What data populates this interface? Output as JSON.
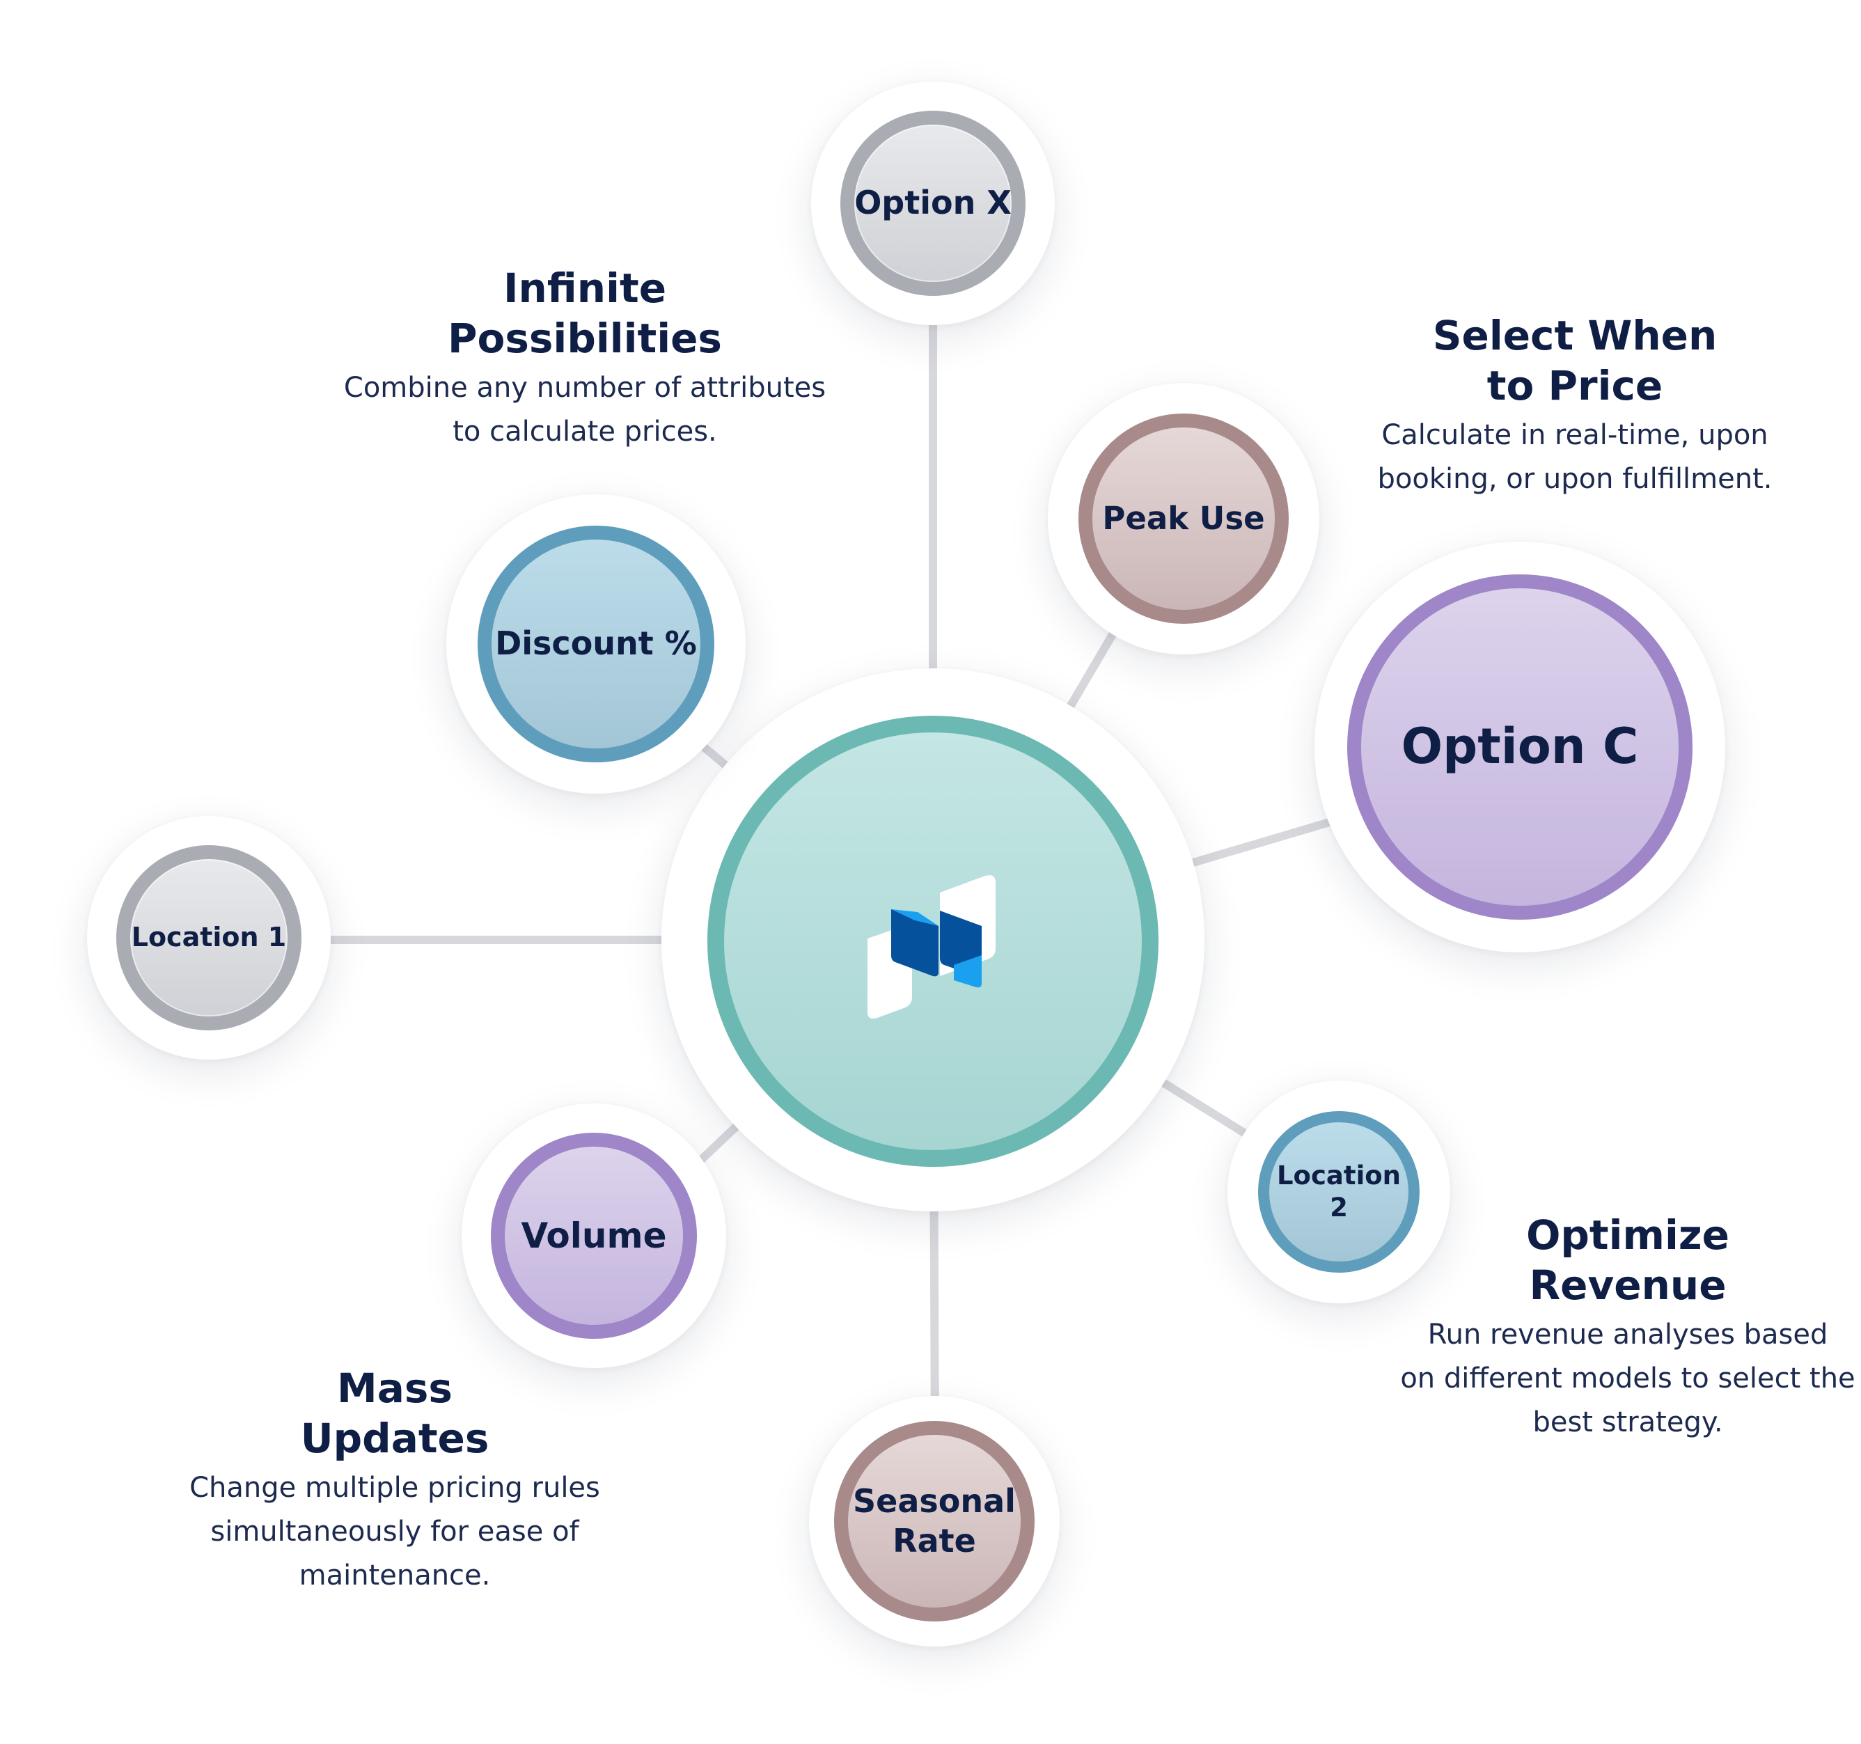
{
  "hub": {
    "logo_icon": "stacked-blocks-logo-icon",
    "colors": {
      "fill": "#b5dedb",
      "ring": "#6cb9b3",
      "logo_dark": "#06519c",
      "logo_light": "#1aa0ee",
      "logo_white": "#ffffff"
    }
  },
  "nodes": [
    {
      "label_lines": [
        "Option X"
      ],
      "color": "gray"
    },
    {
      "label_lines": [
        "Peak Use"
      ],
      "color": "rose"
    },
    {
      "label_lines": [
        "Option C"
      ],
      "color": "lilac"
    },
    {
      "label_lines": [
        "Location 2"
      ],
      "color": "blue"
    },
    {
      "label_lines": [
        "Seasonal",
        "Rate"
      ],
      "color": "rose"
    },
    {
      "label_lines": [
        "Volume"
      ],
      "color": "lilac"
    },
    {
      "label_lines": [
        "Location 1"
      ],
      "color": "gray"
    },
    {
      "label_lines": [
        "Discount %"
      ],
      "color": "blue"
    }
  ],
  "features": [
    {
      "title_lines": [
        "Infinite",
        "Possibilities"
      ],
      "desc_lines": [
        "Combine any number of attributes",
        "to calculate prices."
      ]
    },
    {
      "title_lines": [
        "Select When",
        "to Price"
      ],
      "desc_lines": [
        "Calculate in real-time, upon",
        "booking, or upon fulfillment."
      ]
    },
    {
      "title_lines": [
        "Optimize",
        "Revenue"
      ],
      "desc_lines": [
        "Run revenue analyses based",
        "on different models to select the",
        "best strategy."
      ]
    },
    {
      "title_lines": [
        "Mass",
        "Updates"
      ],
      "desc_lines": [
        "Change multiple pricing rules",
        "simultaneously for ease of",
        "maintenance."
      ]
    }
  ],
  "connector_color": "#d7d8dc",
  "text_color": "#0f1e45"
}
